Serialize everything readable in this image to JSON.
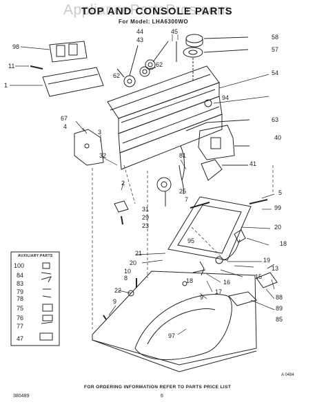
{
  "watermark": "AppliancePartsPros.com",
  "title": "TOP AND CONSOLE PARTS",
  "subtitle": "For Model: LHA6300WO",
  "auxiliary_title": "AUXILIARY PARTS",
  "footer_note": "FOR ORDERING INFORMATION REFER TO PARTS PRICE LIST",
  "doc_code": "380489",
  "page_number": "6",
  "diagram_id": "A 0484",
  "callouts": {
    "c98": "98",
    "c11": "11",
    "c1": "1",
    "c44": "44",
    "c43": "43",
    "c45": "45",
    "c58": "58",
    "c57": "57",
    "c62a": "62",
    "c62b": "62",
    "c54": "54",
    "c94": "94",
    "c67": "67",
    "c4": "4",
    "c3": "3",
    "c63": "63",
    "c40": "40",
    "c32": "32",
    "c81": "81",
    "c41": "41",
    "c2": "2",
    "c25": "25",
    "c5": "5",
    "c7": "7",
    "c99": "99",
    "c31": "31",
    "c29": "29",
    "c23": "23",
    "c20a": "20",
    "c95": "95",
    "c21": "21",
    "c18a": "18",
    "c20b": "20",
    "c10": "10",
    "c8": "8",
    "c19": "19",
    "c13": "13",
    "c15": "15",
    "c18b": "18",
    "c16": "16",
    "c17": "17",
    "c22": "22",
    "c9a": "9",
    "c9b": "9",
    "c88": "88",
    "c89": "89",
    "c85": "85",
    "c97": "97",
    "aux100": "100",
    "aux84": "84",
    "aux83": "83",
    "aux79": "79",
    "aux78": "78",
    "aux75": "75",
    "aux76": "76",
    "aux77": "77",
    "aux47": "47"
  }
}
